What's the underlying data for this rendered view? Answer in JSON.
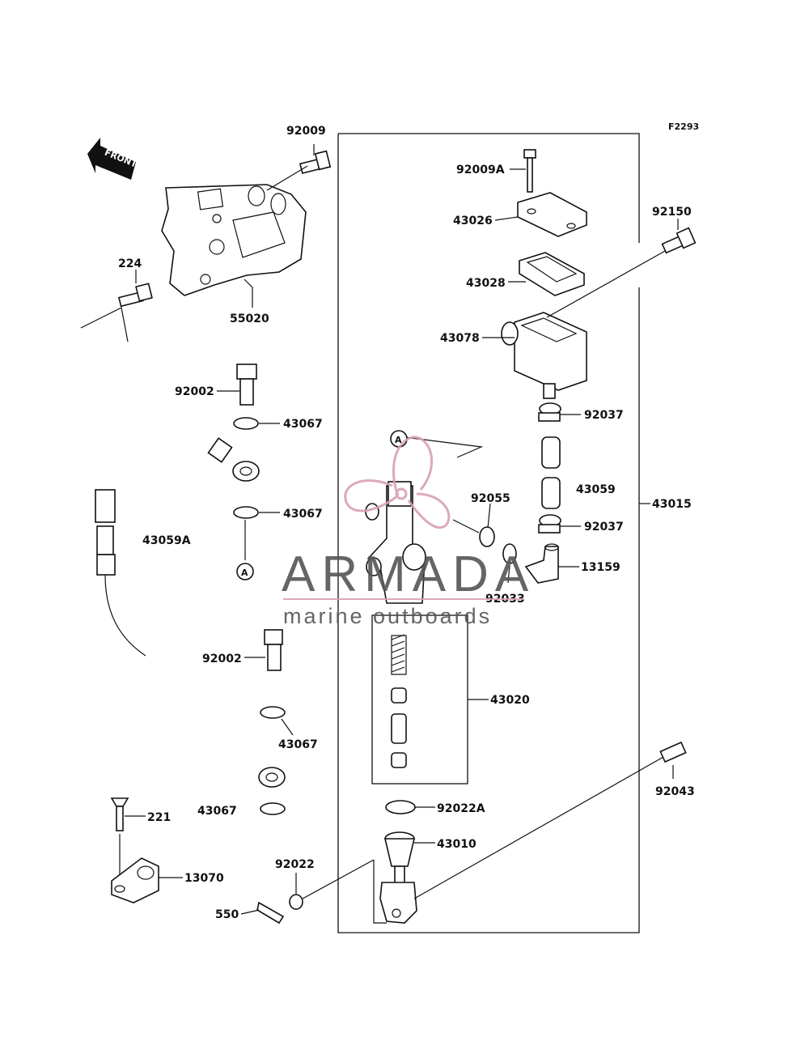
{
  "diagram": {
    "code": "F2293",
    "front_label": "FRONT",
    "callouts": {
      "p92009": "92009",
      "p92009A": "92009A",
      "p43026": "43026",
      "p92150": "92150",
      "p43028": "43028",
      "p224": "224",
      "p55020": "55020",
      "p43078": "43078",
      "p92002a": "92002",
      "p43067a": "43067",
      "p92037a": "92037",
      "a_top": "A",
      "p43059": "43059",
      "p92055": "92055",
      "p43015": "43015",
      "p43067b": "43067",
      "p43059A": "43059A",
      "p92037b": "92037",
      "p13159": "13159",
      "a_bottom": "A",
      "p92033": "92033",
      "p92002b": "92002",
      "p43020": "43020",
      "p43067c": "43067",
      "p92043": "92043",
      "p43067d": "43067",
      "p92022A": "92022A",
      "p221": "221",
      "p43010": "43010",
      "p13070": "13070",
      "p92022": "92022",
      "p550": "550"
    }
  },
  "watermark": {
    "brand": "ARMADA",
    "tagline": "marine outboards",
    "color_main": "#555555",
    "color_accent": "#d9a0b8"
  }
}
